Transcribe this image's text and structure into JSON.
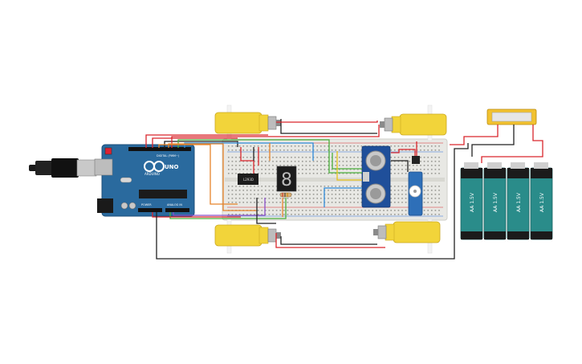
{
  "arduino": {
    "brand": "UNO",
    "subbrand": "ARDUINO",
    "header_digital": "DIGITAL (PWM~)",
    "header_power": "POWER",
    "header_analog": "ANALOG IN"
  },
  "ic": {
    "label": "L293D"
  },
  "seven_segment": {
    "digit": "8"
  },
  "batteries": [
    {
      "label": "AA 1.5V"
    },
    {
      "label": "AA 1.5V"
    },
    {
      "label": "AA 1.5V"
    },
    {
      "label": "AA 1.5V"
    }
  ],
  "colors": {
    "board_blue": "#2a6a9e",
    "breadboard": "#e8e8e4",
    "motor_yellow": "#f2d43a",
    "battery_teal": "#2a8c8a",
    "sensor_blue": "#1f4f9a",
    "servo_blue": "#2e6fb8",
    "wire_red": "#d9262c",
    "wire_black": "#222222",
    "wire_orange": "#e6842a",
    "wire_green": "#4caf3c",
    "wire_blue": "#2e8ad9",
    "wire_purple": "#8a4fc8"
  }
}
